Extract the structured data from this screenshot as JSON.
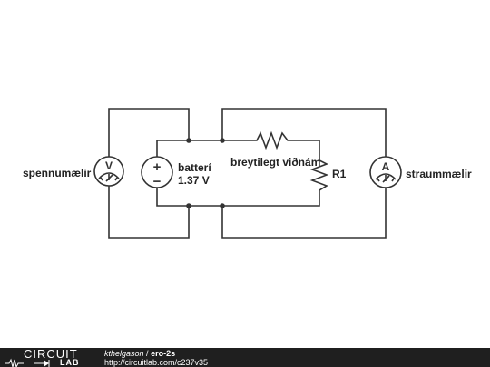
{
  "schematic": {
    "voltmeter_label": "spennumælir",
    "voltmeter_symbol": "V",
    "battery_label_line1": "batterí",
    "battery_label_line2": "1.37 V",
    "battery_plus": "+",
    "battery_minus": "−",
    "variable_resistor_label": "breytilegt viðnám",
    "resistor_label": "R1",
    "ammeter_label": "straummælir",
    "ammeter_symbol": "A"
  },
  "footer": {
    "brand_top": "CIRCUIT",
    "brand_bottom": "LAB",
    "user": "kthelgason",
    "separator": " / ",
    "title": "ero-2s",
    "url": "http://circuitlab.com/c237v35"
  }
}
